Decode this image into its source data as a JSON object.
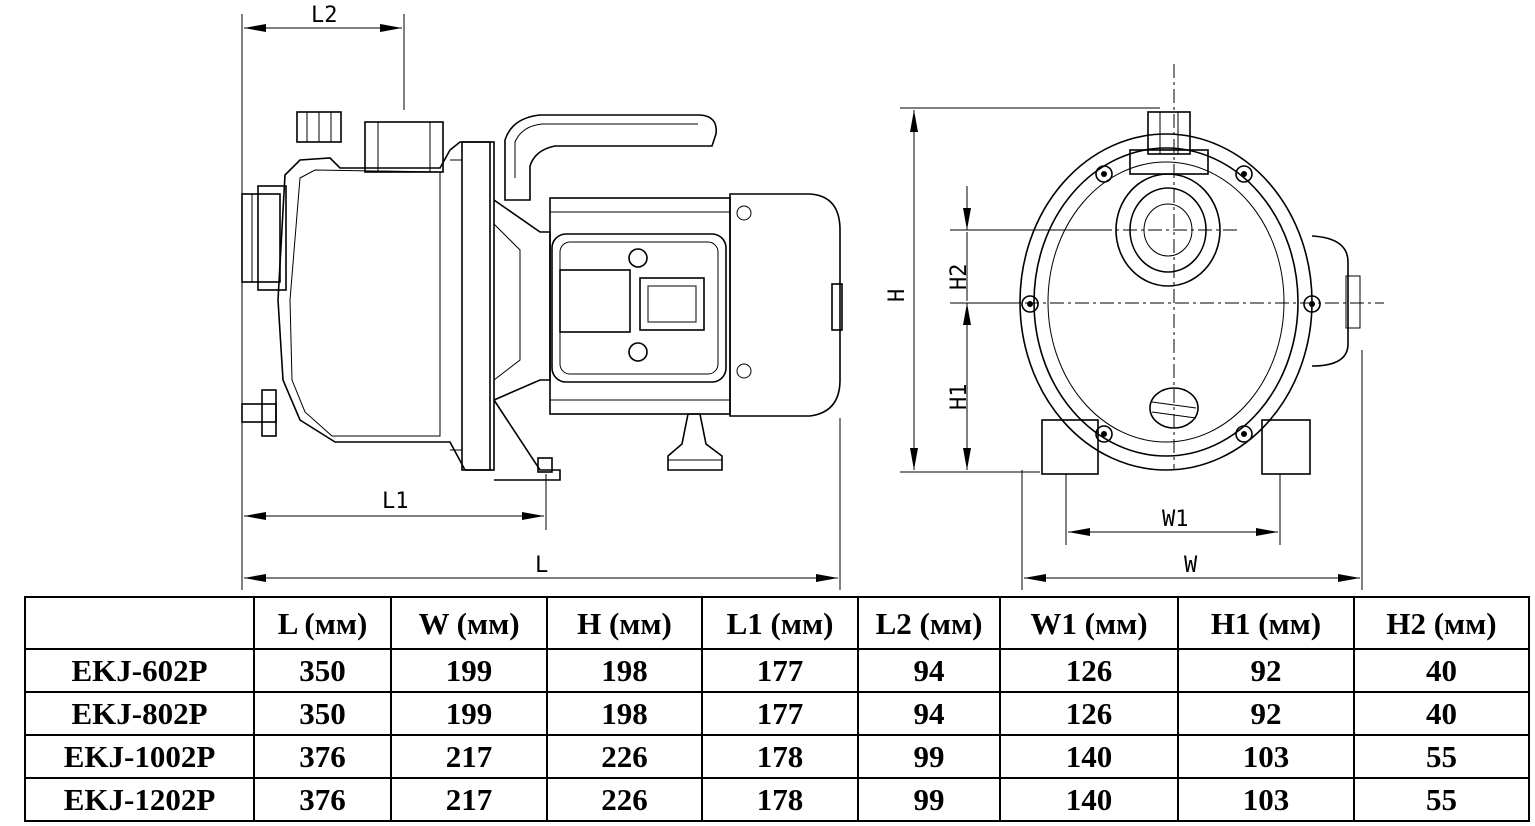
{
  "drawing": {
    "labels": {
      "L": "L",
      "L1": "L1",
      "L2": "L2",
      "H": "H",
      "H1": "H1",
      "H2": "H2",
      "W": "W",
      "W1": "W1"
    }
  },
  "table": {
    "corner": "",
    "columns": [
      "L (мм)",
      "W (мм)",
      "H (мм)",
      "L1 (мм)",
      "L2 (мм)",
      "W1 (мм)",
      "H1 (мм)",
      "H2 (мм)"
    ],
    "rows": [
      {
        "model": "EKJ-602P",
        "values": [
          "350",
          "199",
          "198",
          "177",
          "94",
          "126",
          "92",
          "40"
        ]
      },
      {
        "model": "EKJ-802P",
        "values": [
          "350",
          "199",
          "198",
          "177",
          "94",
          "126",
          "92",
          "40"
        ]
      },
      {
        "model": "EKJ-1002P",
        "values": [
          "376",
          "217",
          "226",
          "178",
          "99",
          "140",
          "103",
          "55"
        ]
      },
      {
        "model": "EKJ-1202P",
        "values": [
          "376",
          "217",
          "226",
          "178",
          "99",
          "140",
          "103",
          "55"
        ]
      }
    ]
  }
}
